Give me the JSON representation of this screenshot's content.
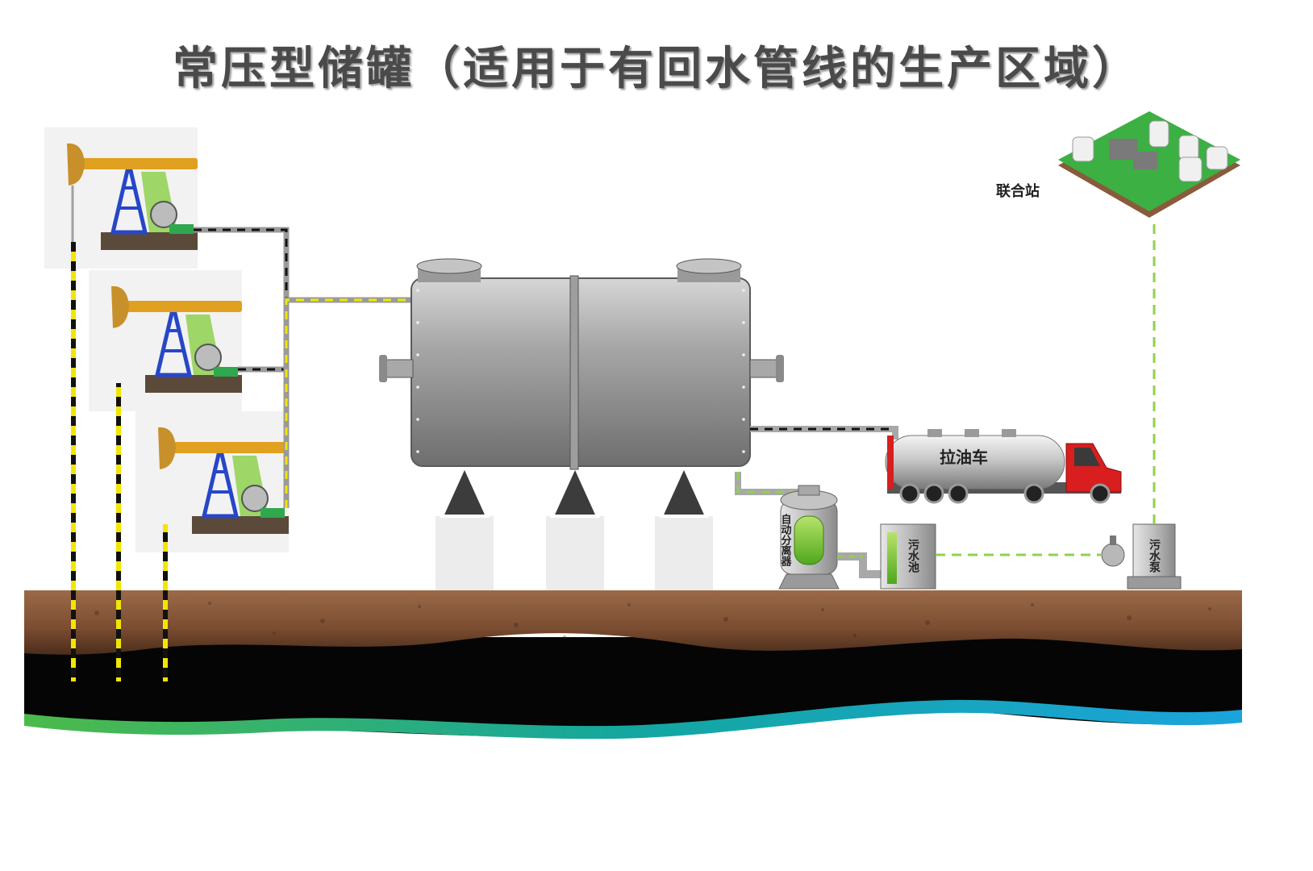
{
  "title": "常压型储罐（适用于有回水管线的生产区域）",
  "labels": {
    "station": "联合站",
    "truck": "拉油车",
    "separator": "自动分离器",
    "sewage_pool": "污水池",
    "sewage_pump": "污水泵"
  },
  "colors": {
    "tank_gray": "#8c8c8c",
    "oil_black": "#000000",
    "soil_brown": "#8a5a3c",
    "pipe_yellow": "#f2e600",
    "pipe_green": "#8fd14f",
    "truck_red": "#d81e1e",
    "station_green": "#3cb043"
  }
}
